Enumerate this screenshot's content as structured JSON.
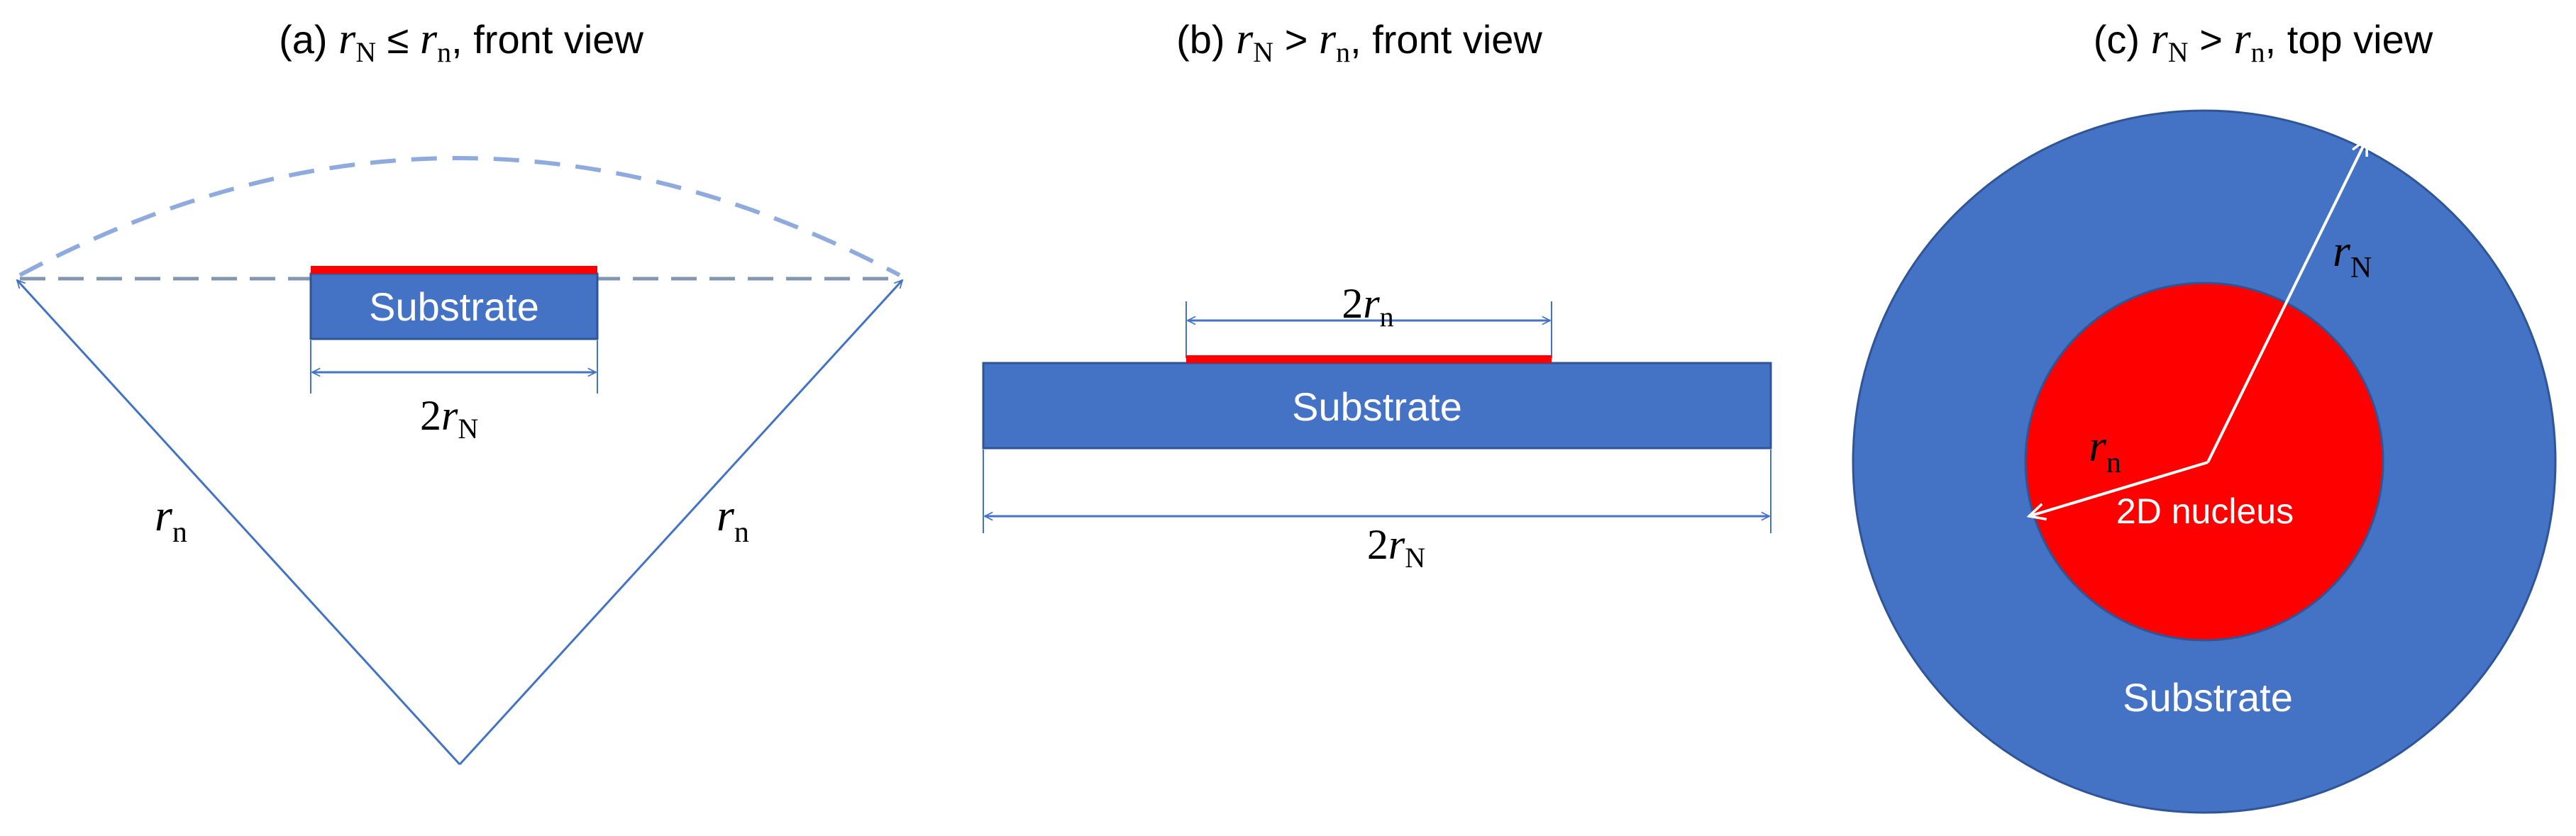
{
  "panels": {
    "a": {
      "title_prefix": "(a) ",
      "title_r1": "r",
      "title_r1_sub": "N",
      "title_rel": " ≤ ",
      "title_r2": "r",
      "title_r2_sub": "n",
      "title_suffix": ", front view",
      "substrate_label": "Substrate",
      "width_label_prefix": "2",
      "width_label_r": "r",
      "width_label_sub": "N",
      "radius_left_r": "r",
      "radius_left_sub": "n",
      "radius_right_r": "r",
      "radius_right_sub": "n"
    },
    "b": {
      "title_prefix": "(b) ",
      "title_r1": "r",
      "title_r1_sub": "N",
      "title_rel": " > ",
      "title_r2": "r",
      "title_r2_sub": "n",
      "title_suffix": ", front view",
      "substrate_label": "Substrate",
      "nucleus_width_prefix": "2",
      "nucleus_width_r": "r",
      "nucleus_width_sub": "n",
      "substrate_width_prefix": "2",
      "substrate_width_r": "r",
      "substrate_width_sub": "N"
    },
    "c": {
      "title_prefix": "(c) ",
      "title_r1": "r",
      "title_r1_sub": "N",
      "title_rel": " > ",
      "title_r2": "r",
      "title_r2_sub": "n",
      "title_suffix": ", top view",
      "substrate_label": "Substrate",
      "nucleus_label": "2D nucleus",
      "outer_radius_r": "r",
      "outer_radius_sub": "N",
      "inner_radius_r": "r",
      "inner_radius_sub": "n"
    }
  },
  "colors": {
    "substrate": "#4472c4",
    "substrate_stroke": "#2f5597",
    "nucleus": "#ff0000",
    "dimension_line": "#4472c4",
    "dashed_arc": "#8faadc",
    "text_light": "#ffffff",
    "text_dark": "#000000"
  }
}
